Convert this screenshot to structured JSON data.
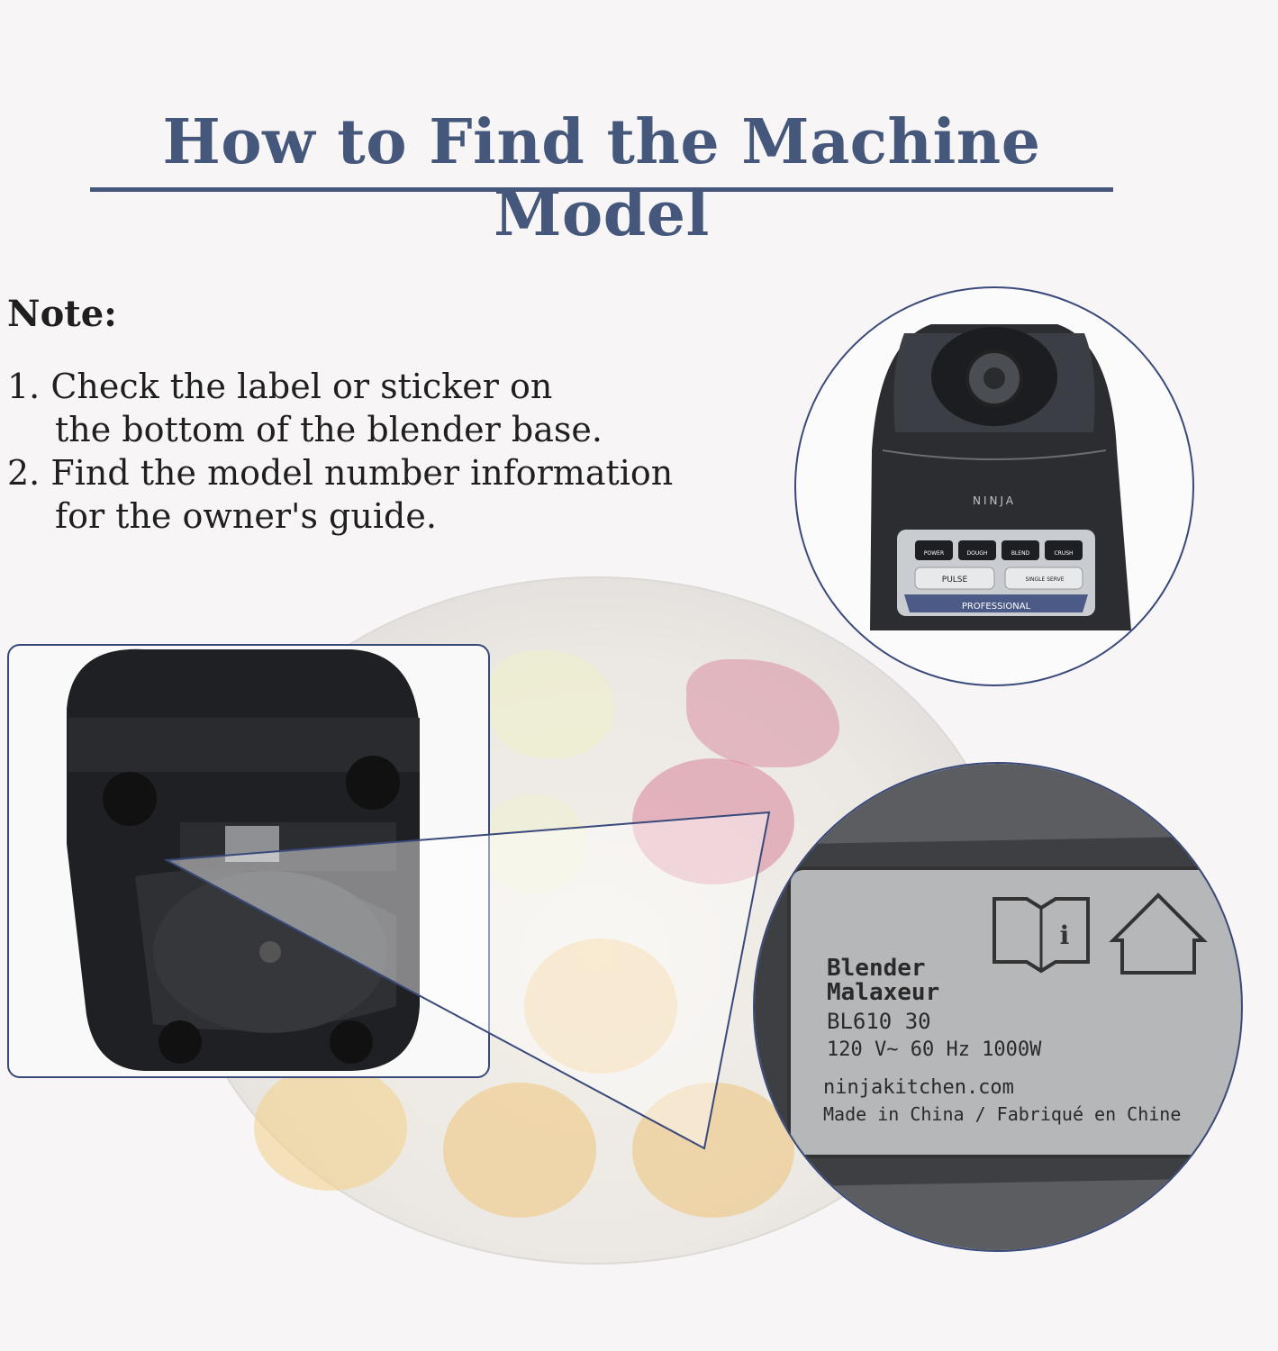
{
  "title": "How to Find the Machine Model",
  "note": {
    "heading": "Note:",
    "steps": [
      {
        "number": "1.",
        "line1": "Check the label or sticker on",
        "line2": "the bottom of the blender base."
      },
      {
        "number": "2.",
        "line1": "Find the model number information",
        "line2": "for the owner's guide."
      }
    ]
  },
  "blender": {
    "brand": "NINJA",
    "buttons": [
      "POWER",
      "DOUGH",
      "BLEND",
      "CRUSH"
    ],
    "pulse_label": "PULSE",
    "single_serve_label": "SINGLE SERVE",
    "series_label": "PROFESSIONAL"
  },
  "label": {
    "name_en": "Blender",
    "name_fr": "Malaxeur",
    "model": "BL610 30",
    "rating": "120 V~ 60 Hz 1000W",
    "website": "ninjakitchen.com",
    "origin": "Made in China / Fabriqué en Chine"
  },
  "colors": {
    "accent": "#45587c",
    "circle_border": "#39497a",
    "text": "#1f1f1f"
  },
  "icons": [
    "manual-book-icon",
    "home-icon"
  ]
}
